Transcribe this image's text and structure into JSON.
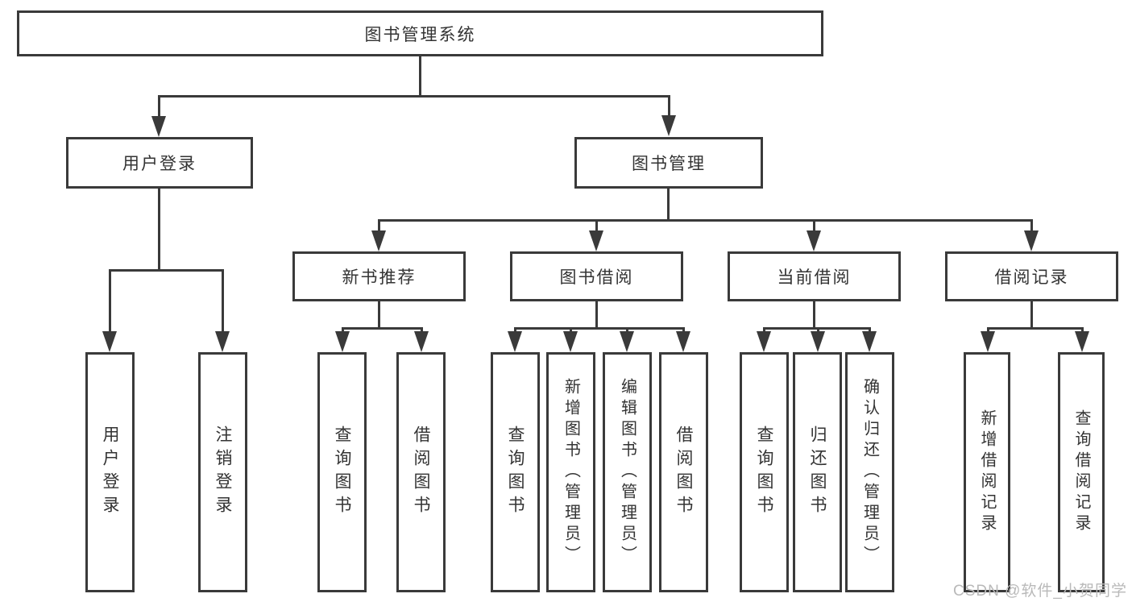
{
  "tree": {
    "label": "图书管理系统",
    "children": [
      {
        "label": "用户登录",
        "children": [
          {
            "label": "用户登录"
          },
          {
            "label": "注销登录"
          }
        ]
      },
      {
        "label": "图书管理",
        "children": [
          {
            "label": "新书推荐",
            "children": [
              {
                "label": "查询图书"
              },
              {
                "label": "借阅图书"
              }
            ]
          },
          {
            "label": "图书借阅",
            "children": [
              {
                "label": "查询图书"
              },
              {
                "label": "新增图书（管理员）"
              },
              {
                "label": "编辑图书（管理员）"
              },
              {
                "label": "借阅图书"
              }
            ]
          },
          {
            "label": "当前借阅",
            "children": [
              {
                "label": "查询图书"
              },
              {
                "label": "归还图书"
              },
              {
                "label": "确认归还（管理员）"
              }
            ]
          },
          {
            "label": "借阅记录",
            "children": [
              {
                "label": "新增借阅记录"
              },
              {
                "label": "查询借阅记录"
              }
            ]
          }
        ]
      }
    ]
  },
  "watermark": {
    "text": "CSDN @软件_小贺同学"
  },
  "colors": {
    "line": "#3a3a3a",
    "text": "#333333",
    "watermark": "#b9b9b9",
    "bg": "#ffffff"
  }
}
